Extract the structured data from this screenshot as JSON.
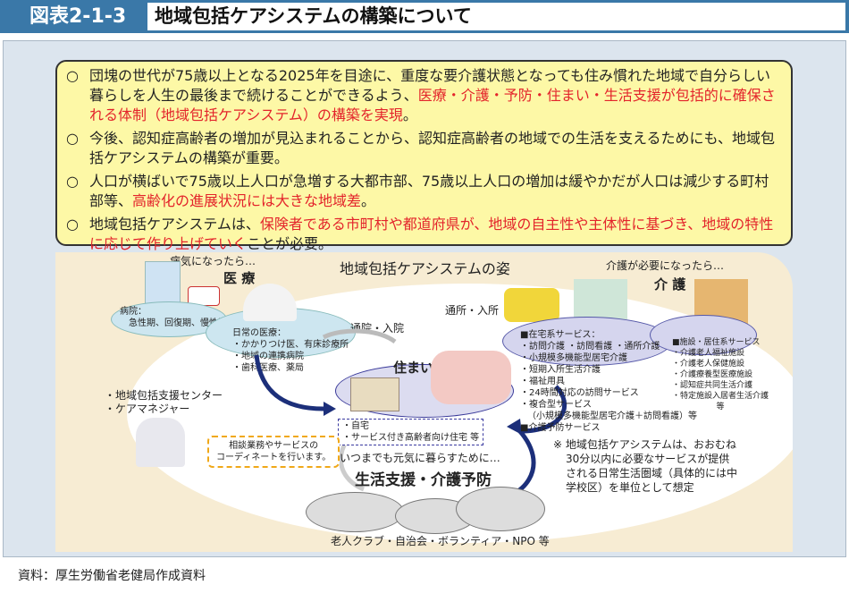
{
  "header": {
    "label": "図表2-1-3",
    "title": "地域包括ケアシステムの構築について"
  },
  "bullets": [
    {
      "marker": "○",
      "segments": [
        {
          "t": "団塊の世代が75歳以上となる2025年を目途に、重度な要介護状態となっても住み慣れた地域で自分らしい暮らしを人生の最後まで続けることができるよう、",
          "red": false
        },
        {
          "t": "医療・介護・予防・住まい・生活支援が包括的に確保される体制（地域包括ケアシステム）の構築を実現",
          "red": true
        },
        {
          "t": "。",
          "red": false
        }
      ]
    },
    {
      "marker": "○",
      "segments": [
        {
          "t": "今後、認知症高齢者の増加が見込まれることから、認知症高齢者の地域での生活を支えるためにも、地域包括ケアシステムの構築が重要。",
          "red": false
        }
      ]
    },
    {
      "marker": "○",
      "segments": [
        {
          "t": "人口が横ばいで75歳以上人口が急増する大都市部、75歳以上人口の増加は緩やかだが人口は減少する町村部等、",
          "red": false
        },
        {
          "t": "高齢化の進展状況には大きな地域差",
          "red": true
        },
        {
          "t": "。",
          "red": false
        }
      ]
    },
    {
      "marker": "○",
      "segments": [
        {
          "t": "地域包括ケアシステムは、",
          "red": false
        },
        {
          "t": "保険者である市町村や都道府県が、地域の自主性や主体性に基づき、地域の特性に応じて作り上げていく",
          "red": true
        },
        {
          "t": "ことが必要。",
          "red": false
        }
      ]
    }
  ],
  "diagram": {
    "title": "地域包括ケアシステムの姿",
    "medical": {
      "lead": "病気になったら…",
      "heading": "医 療",
      "hospital": [
        "病院：",
        "急性期、回復期、慢性期"
      ],
      "daily": [
        "日常の医療：",
        "・かかりつけ医、有床診療所",
        "・地域の連携病院",
        "・歯科医療、薬局"
      ]
    },
    "care": {
      "lead": "介護が必要になったら…",
      "heading": "介 護",
      "home": [
        "■在宅系サービス：",
        "・訪問介護 ・訪問看護 ・通所介護",
        "・小規模多機能型居宅介護",
        "・短期入所生活介護",
        "・福祉用具",
        "・24時間対応の訪問サービス",
        "・複合型サービス",
        "（小規模多機能型居宅介護＋訪問看護）等",
        "■介護予防サービス"
      ],
      "facility": [
        "■施設・居住系サービス",
        "・介護老人福祉施設",
        "・介護老人保健施設",
        "・介護療養型医療施設",
        "・認知症共同生活介護",
        "・特定施設入居者生活介護",
        "等"
      ]
    },
    "housing": {
      "heading": "住まい",
      "items": [
        "・自宅",
        "・サービス付き高齢者向け住宅 等"
      ]
    },
    "arrows": {
      "to_hospital": "通院・入院",
      "to_care": "通所・入所"
    },
    "support_center": [
      "・地域包括支援センター",
      "・ケアマネジャー"
    ],
    "consult": [
      "相談業務やサービスの",
      "コーディネートを行います。"
    ],
    "prevention": {
      "lead": "いつまでも元気に暮らすために…",
      "heading": "生活支援・介護予防",
      "groups": "老人クラブ・自治会・ボランティア・NPO 等"
    },
    "note": [
      "※ 地域包括ケアシステムは、おおむね",
      "30分以内に必要なサービスが提供",
      "される日常生活圏域（具体的には中",
      "学校区）を単位として想定"
    ]
  },
  "footer": "資料：厚生労働省老健局作成資料"
}
